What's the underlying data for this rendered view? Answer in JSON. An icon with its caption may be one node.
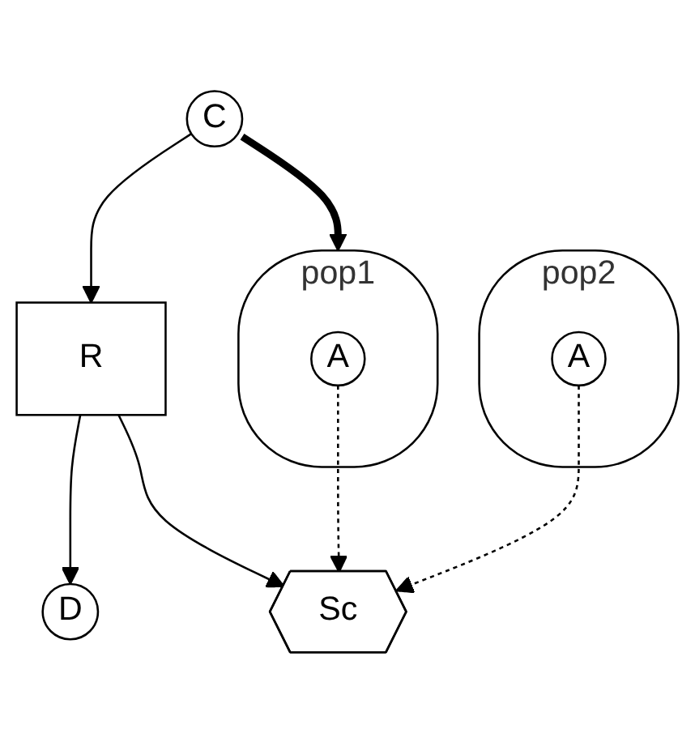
{
  "diagram": {
    "nodes": [
      {
        "text": [
          "C"
        ]
      },
      {
        "text": [
          "R"
        ]
      },
      {
        "text": [
          "D"
        ]
      },
      {
        "text": [
          "Sc"
        ]
      },
      {
        "text": [
          "pop1"
        ]
      },
      {
        "text": [
          "A"
        ],
        "in": 4
      },
      {
        "text": [
          "pop2"
        ]
      },
      {
        "text": [
          "A"
        ],
        "in": 6
      }
    ],
    "edges": [
      {
        "from": 0,
        "to": 1,
        "arrow": "to"
      },
      {
        "from": 1,
        "to": 2,
        "arrow": "to"
      },
      {
        "from": 1,
        "to": 3,
        "arrow": "to"
      },
      {
        "from": 0,
        "to": 4,
        "arrow": "to",
        "style": "thick"
      },
      {
        "from": 5,
        "to": 3,
        "arrow": "to",
        "style": "dashed"
      },
      {
        "from": 7,
        "to": 3,
        "arrow": "to",
        "style": "dashed"
      }
    ]
  }
}
